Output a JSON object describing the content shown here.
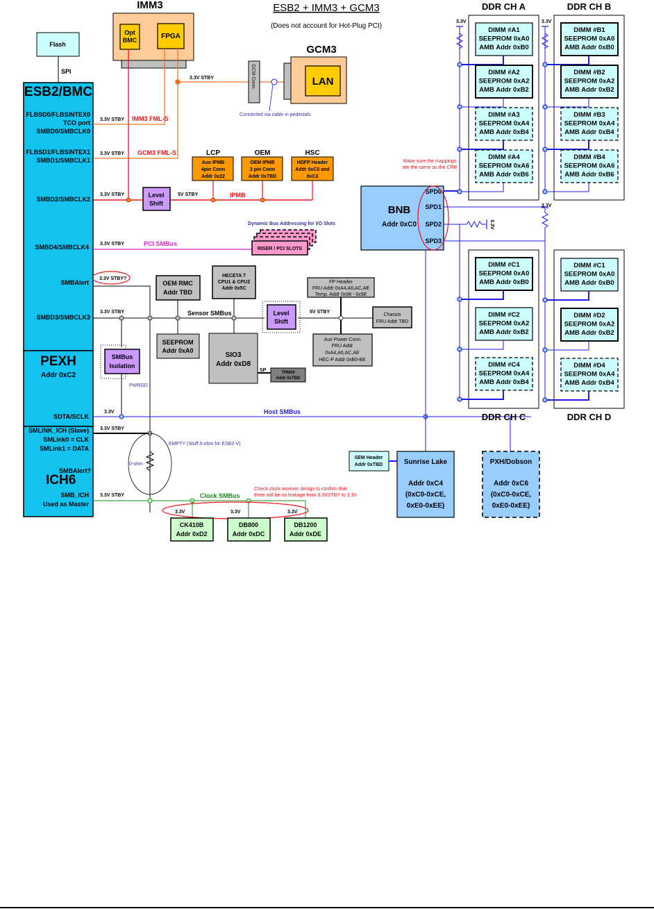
{
  "title": "ESB2 + IMM3 + GCM3",
  "subtitle": "(Does not account for Hot-Plug PCI)",
  "colors": {
    "bmc": "#12c3f0",
    "dimm": "#ccffff",
    "bnb": "#99ccff",
    "imm": "#ffcc99",
    "chip_yellow": "#ffcc00",
    "orange_box": "#ff9900",
    "gray_box": "#c0c0c0",
    "purple_box": "#cc99ff",
    "pink_box": "#ff99cc",
    "green_box": "#ccffcc",
    "wire_red": "#e8141a",
    "wire_orange": "#f07020",
    "wire_blue": "#1a1ae6",
    "wire_magenta": "#e020d0",
    "wire_green": "#148c14"
  },
  "imm3": {
    "label": "IMM3",
    "opt_bmc": [
      "Opt",
      "BMC"
    ],
    "fpga": "FPGA"
  },
  "gcm3": {
    "label": "GCM3",
    "lan": "LAN",
    "conn": "GCM Conn.",
    "note": "Connected via cable in pedestals"
  },
  "flash": {
    "label": "Flash",
    "link": "SPI"
  },
  "esb2": {
    "title": "ESB2/BMC",
    "pins": [
      "FLBSD0/FLBSINTEX0",
      "TCO port",
      "SMBD0/SMBCLK0",
      "FLBSD1/FLBSINTEX1",
      "SMBD1/SMBCLK1",
      "SMBD2/SMBCLK2",
      "SMBD4/SMBCLK4",
      "SMBAlert",
      "SMBD3/SMBCLK3"
    ]
  },
  "pexh": {
    "title": "PEXH",
    "addr": "Addr 0xC2",
    "pin": "SDTA/SCLK"
  },
  "ich6": {
    "title": "ICH6",
    "pins": [
      "SMLINK_ICH (Slave)",
      "SMLink0 = CLK",
      "SMLink1 = DATA",
      "SMBAlert?",
      "SMB_ICH",
      "Used as Master"
    ]
  },
  "voltages": {
    "stby": "3.3V STBY",
    "stby_q": "3.3V STBY?",
    "v33": "3.3V",
    "v5stby": "5V STBY"
  },
  "buses": {
    "imm3_fml": "IMM3 FML-S",
    "gcm3_fml": "GCM3 FML-S",
    "ipmb": "IPMB",
    "pci": "PCI SMBus",
    "sensor": "Sensor SMBus",
    "host": "Host SMBus",
    "clock": "Clock SMBus"
  },
  "ipmb_devices": [
    {
      "header": "LCP",
      "lines": [
        "Aux IPMB",
        "4pin Conn",
        "Addr 0x22"
      ]
    },
    {
      "header": "OEM",
      "lines": [
        "OEM IPMB",
        "3 pin Conn",
        "Addr 0xTBD"
      ]
    },
    {
      "header": "HSC",
      "lines": [
        "HDFP Header",
        "Addr 0xC0 and",
        "0xC2"
      ]
    }
  ],
  "level_shift": [
    "Level",
    "Shift"
  ],
  "riser": {
    "label": "RISER / PCI SLOTS",
    "note": "Dynamic Bus Addressing for I/O Slots"
  },
  "sensor_devices": {
    "oem_rmc": [
      "OEM RMC",
      "Addr TBD"
    ],
    "seeprom": [
      "SEEPROM",
      "Addr 0xA0"
    ],
    "heceta": [
      "HECETA 7",
      "CPU1 & CPU2",
      "Addr 0x5C"
    ],
    "sio3": [
      "SIO3",
      "Addr 0xD8"
    ],
    "tpm": [
      "TPM30",
      "Addr 0xTBD"
    ],
    "sp": "SP",
    "fp_header": [
      "FP Header",
      "FRU Addr 0xA4,A6,AC,AE",
      "Temp. Addr 0x98 - 0x9E"
    ],
    "chassis": [
      "Chassis",
      "FRU Addr TBD"
    ],
    "aux_power": [
      "Aux Power Conn",
      "FRU Addr",
      "0xA4,A6,AC,AE",
      "HEC-P Addr 0xB0-BE"
    ]
  },
  "smbus_isolation": [
    "SMBus",
    "Isolation"
  ],
  "pwrgd": "PWRGD",
  "empty_note": "EMPTY (Stuff 0-ohm for ESB2-V)",
  "zero_ohm": "0-ohm",
  "clock_note": [
    "Check clock receiver design to confirm that",
    "there will be no leakage from 3.3VSTBY to 3.3V"
  ],
  "clock_devices": [
    [
      "CK410B",
      "Addr 0xD2"
    ],
    [
      "DB800",
      "Addr 0xDC"
    ],
    [
      "DB1200",
      "Addr 0xDE"
    ]
  ],
  "bnb": {
    "title": "BNB",
    "addr": "Addr 0xC0",
    "spd": [
      "SPD0",
      "SPD1",
      "SPD2",
      "SPD3"
    ],
    "note": [
      "Make sure the mappings",
      "are the same as the CRB"
    ]
  },
  "ddr_channels": [
    {
      "label": "DDR CH A",
      "dimms": [
        [
          "DIMM #A1",
          "SEEPROM 0xA0",
          "AMB Addr 0xB0"
        ],
        [
          "DIMM #A2",
          "SEEPROM 0xA2",
          "AMB Addr 0xB2"
        ],
        [
          "DIMM #A3",
          "SEEPROM 0xA4",
          "AMB Addr 0xB4"
        ],
        [
          "DIMM #A4",
          "SEEPROM 0xA6",
          "AMB Addr 0xB6"
        ]
      ]
    },
    {
      "label": "DDR CH B",
      "dimms": [
        [
          "DIMM #B1",
          "SEEPROM 0xA0",
          "AMB Addr 0xB0"
        ],
        [
          "DIMM #B2",
          "SEEPROM 0xA2",
          "AMB Addr 0xB2"
        ],
        [
          "DIMM #B3",
          "SEEPROM 0xA4",
          "AMB Addr 0xB4"
        ],
        [
          "DIMM #B4",
          "SEEPROM 0xA6",
          "AMB Addr 0xB6"
        ]
      ]
    },
    {
      "label": "DDR CH C",
      "dimms": [
        [
          "DIMM #C1",
          "SEEPROM 0xA0",
          "AMB Addr 0xB0"
        ],
        [
          "DIMM #C2",
          "SEEPROM 0xA2",
          "AMB Addr 0xB2"
        ],
        [
          "DIMM #C4",
          "SEEPROM 0xA4",
          "AMB Addr 0xB4"
        ]
      ]
    },
    {
      "label": "DDR CH D",
      "dimms": [
        [
          "DIMM #C1",
          "SEEPROM 0xA0",
          "AMB Addr 0xB0"
        ],
        [
          "DIMM #D2",
          "SEEPROM 0xA2",
          "AMB Addr 0xB2"
        ],
        [
          "DIMM #D4",
          "SEEPROM 0xA4",
          "AMB Addr 0xB4"
        ]
      ]
    }
  ],
  "sem_header": [
    "SEM Header",
    "Addr 0xTBD"
  ],
  "sunrise_lake": [
    "Sunrise Lake",
    "",
    "Addr 0xC4",
    "(0xC0-0xCE,",
    "0xE0-0xEE)"
  ],
  "pxh": [
    "PXH/Dobson",
    "",
    "Addr 0xC6",
    "(0xC0-0xCE,",
    "0xE0-0xEE)"
  ]
}
